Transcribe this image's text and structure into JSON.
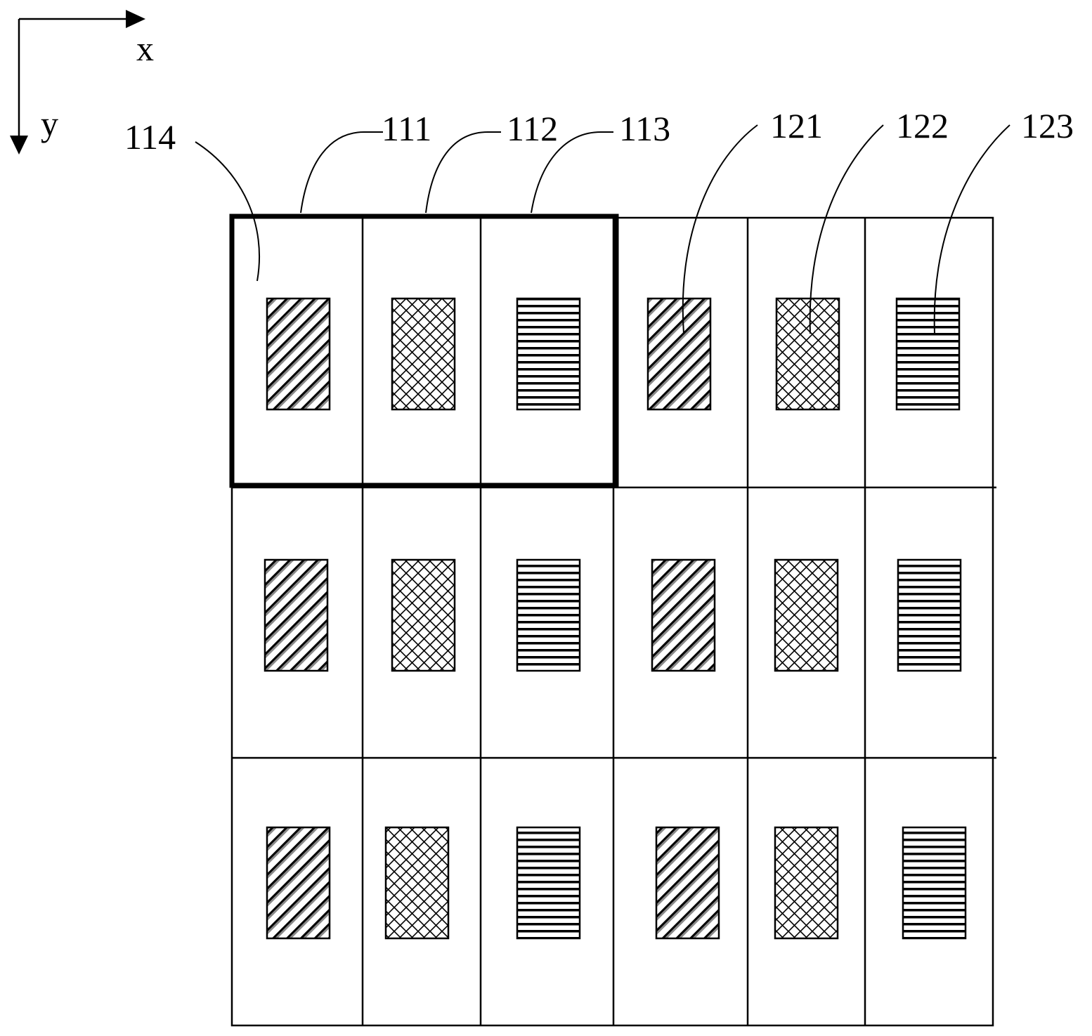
{
  "axes": {
    "x_label": "x",
    "y_label": "y"
  },
  "labels": {
    "l114": "114",
    "l111": "111",
    "l112": "112",
    "l113": "113",
    "l121": "121",
    "l122": "122",
    "l123": "123"
  },
  "grid": {
    "rows": 3,
    "columns": 6,
    "column_patterns": [
      "diagonal",
      "crosshatch",
      "horizontal",
      "diagonal",
      "crosshatch",
      "horizontal"
    ],
    "highlighted_group": {
      "row": 1,
      "columns": [
        1,
        2,
        3
      ]
    }
  }
}
